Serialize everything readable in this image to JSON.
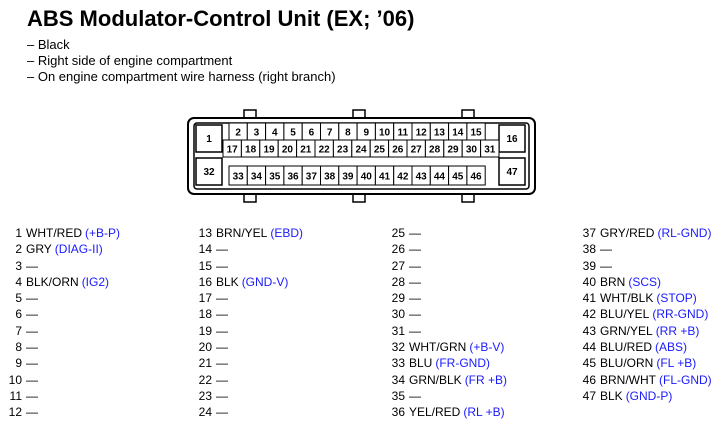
{
  "title": "ABS Modulator-Control Unit (EX; ’06)",
  "notes": [
    "– Black",
    "– Right side of engine compartment",
    "– On engine compartment wire harness (right branch)"
  ],
  "connector": {
    "row1": [
      "2",
      "3",
      "4",
      "5",
      "6",
      "7",
      "8",
      "9",
      "10",
      "11",
      "12",
      "13",
      "14",
      "15"
    ],
    "row2": [
      "17",
      "18",
      "19",
      "20",
      "21",
      "22",
      "23",
      "24",
      "25",
      "26",
      "27",
      "28",
      "29",
      "30",
      "31"
    ],
    "row3": [
      "33",
      "34",
      "35",
      "36",
      "37",
      "38",
      "39",
      "40",
      "41",
      "42",
      "43",
      "44",
      "45",
      "46"
    ],
    "large": [
      "1",
      "16",
      "32",
      "47"
    ]
  },
  "columns": [
    [
      {
        "num": "1",
        "wire": "WHT/RED",
        "sig": "(+B-P)"
      },
      {
        "num": "2",
        "wire": "GRY",
        "sig": "(DIAG-II)"
      },
      {
        "num": "3",
        "wire": "—",
        "sig": ""
      },
      {
        "num": "4",
        "wire": "BLK/ORN",
        "sig": "(IG2)"
      },
      {
        "num": "5",
        "wire": "—",
        "sig": ""
      },
      {
        "num": "6",
        "wire": "—",
        "sig": ""
      },
      {
        "num": "7",
        "wire": "—",
        "sig": ""
      },
      {
        "num": "8",
        "wire": "—",
        "sig": ""
      },
      {
        "num": "9",
        "wire": "—",
        "sig": ""
      },
      {
        "num": "10",
        "wire": "—",
        "sig": ""
      },
      {
        "num": "11",
        "wire": "—",
        "sig": ""
      },
      {
        "num": "12",
        "wire": "—",
        "sig": ""
      }
    ],
    [
      {
        "num": "13",
        "wire": "BRN/YEL",
        "sig": "(EBD)"
      },
      {
        "num": "14",
        "wire": "—",
        "sig": ""
      },
      {
        "num": "15",
        "wire": "—",
        "sig": ""
      },
      {
        "num": "16",
        "wire": "BLK",
        "sig": "(GND-V)"
      },
      {
        "num": "17",
        "wire": "—",
        "sig": ""
      },
      {
        "num": "18",
        "wire": "—",
        "sig": ""
      },
      {
        "num": "19",
        "wire": "—",
        "sig": ""
      },
      {
        "num": "20",
        "wire": "—",
        "sig": ""
      },
      {
        "num": "21",
        "wire": "—",
        "sig": ""
      },
      {
        "num": "22",
        "wire": "—",
        "sig": ""
      },
      {
        "num": "23",
        "wire": "—",
        "sig": ""
      },
      {
        "num": "24",
        "wire": "—",
        "sig": ""
      }
    ],
    [
      {
        "num": "25",
        "wire": "—",
        "sig": ""
      },
      {
        "num": "26",
        "wire": "—",
        "sig": ""
      },
      {
        "num": "27",
        "wire": "—",
        "sig": ""
      },
      {
        "num": "28",
        "wire": "—",
        "sig": ""
      },
      {
        "num": "29",
        "wire": "—",
        "sig": ""
      },
      {
        "num": "30",
        "wire": "—",
        "sig": ""
      },
      {
        "num": "31",
        "wire": "—",
        "sig": ""
      },
      {
        "num": "32",
        "wire": "WHT/GRN",
        "sig": "(+B-V)"
      },
      {
        "num": "33",
        "wire": "BLU",
        "sig": "(FR-GND)"
      },
      {
        "num": "34",
        "wire": "GRN/BLK",
        "sig": "(FR +B)"
      },
      {
        "num": "35",
        "wire": "—",
        "sig": ""
      },
      {
        "num": "36",
        "wire": "YEL/RED",
        "sig": "(RL +B)"
      }
    ],
    [
      {
        "num": "37",
        "wire": "GRY/RED",
        "sig": "(RL-GND)"
      },
      {
        "num": "38",
        "wire": "—",
        "sig": ""
      },
      {
        "num": "39",
        "wire": "—",
        "sig": ""
      },
      {
        "num": "40",
        "wire": "BRN",
        "sig": "(SCS)"
      },
      {
        "num": "41",
        "wire": "WHT/BLK",
        "sig": "(STOP)"
      },
      {
        "num": "42",
        "wire": "BLU/YEL",
        "sig": "(RR-GND)"
      },
      {
        "num": "43",
        "wire": "GRN/YEL",
        "sig": "(RR +B)"
      },
      {
        "num": "44",
        "wire": "BLU/RED",
        "sig": "(ABS)"
      },
      {
        "num": "45",
        "wire": "BLU/ORN",
        "sig": "(FL +B)"
      },
      {
        "num": "46",
        "wire": "BRN/WHT",
        "sig": "(FL-GND)"
      },
      {
        "num": "47",
        "wire": "BLK",
        "sig": "(GND-P)"
      }
    ]
  ],
  "colors": {
    "signal": "#1a1aff",
    "text": "#000000",
    "outline": "#000000"
  }
}
